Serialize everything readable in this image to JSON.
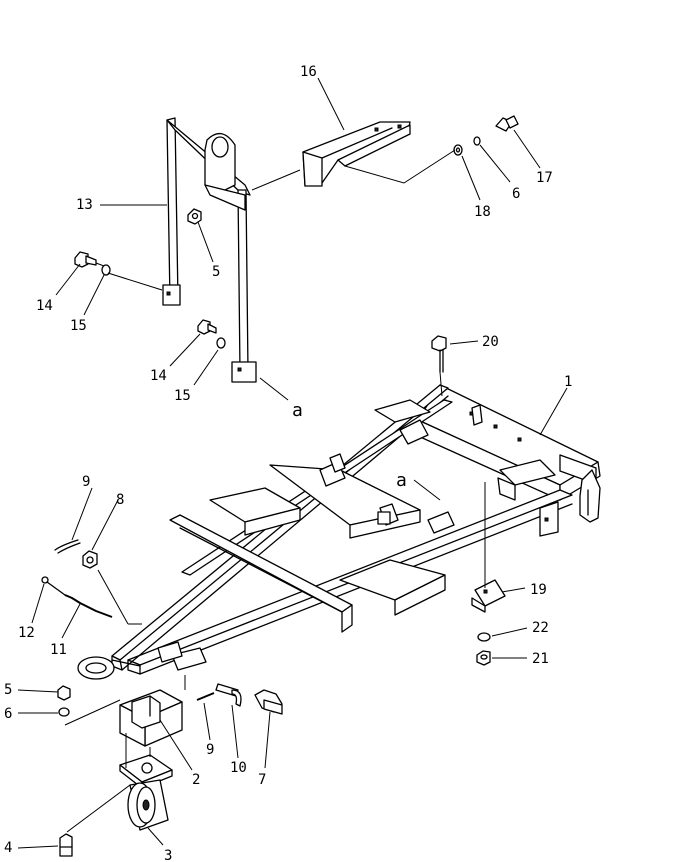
{
  "callouts": {
    "c1": "1",
    "c2": "2",
    "c3": "3",
    "c4": "4",
    "c5a": "5",
    "c5b": "5",
    "c6a": "6",
    "c6b": "6",
    "c7": "7",
    "c8": "8",
    "c9a": "9",
    "c9b": "9",
    "c10": "10",
    "c11": "11",
    "c12": "12",
    "c13": "13",
    "c14a": "14",
    "c14b": "14",
    "c15a": "15",
    "c15b": "15",
    "c16": "16",
    "c17": "17",
    "c18": "18",
    "c19": "19",
    "c20": "20",
    "c21": "21",
    "c22": "22",
    "refA1": "a",
    "refA2": "a"
  }
}
